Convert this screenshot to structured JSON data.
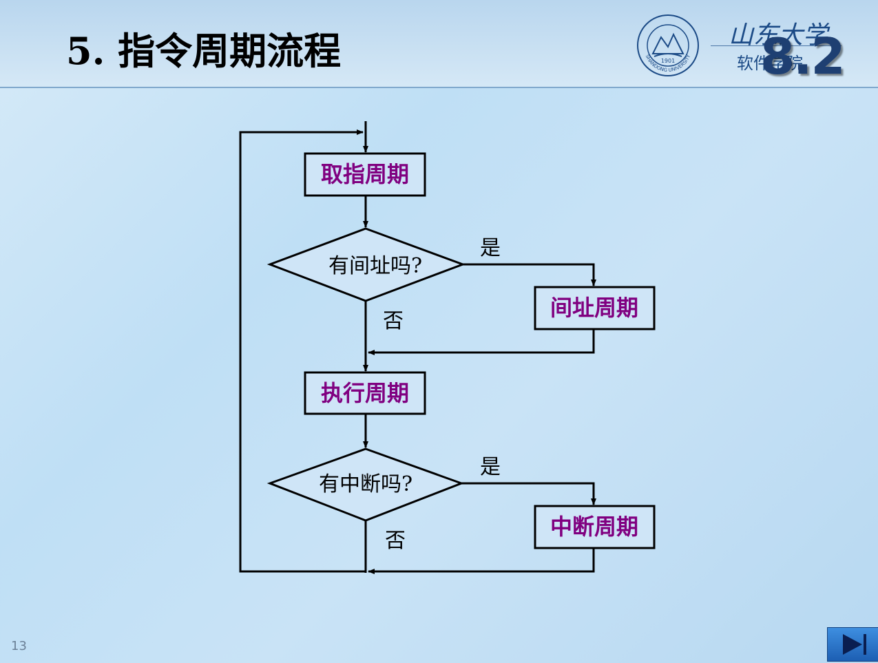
{
  "slide": {
    "title": "5.  指令周期流程",
    "page_number": "13",
    "section_badge": "8.2"
  },
  "logo": {
    "name": "山东大学",
    "sub": "软件学院",
    "seal_year": "1901",
    "seal_text": "SHANDONG UNIVERSITY"
  },
  "flowchart": {
    "fetch": "取指周期",
    "indirect_question": "有间址吗?",
    "indirect_yes": "是",
    "indirect_no": "否",
    "indirect": "间址周期",
    "execute": "执行周期",
    "interrupt_question": "有中断吗?",
    "interrupt_yes": "是",
    "interrupt_no": "否",
    "interrupt": "中断周期"
  },
  "colors": {
    "process_text": "#800080",
    "line": "#000000"
  },
  "icons": {
    "next": "next-slide-icon"
  }
}
